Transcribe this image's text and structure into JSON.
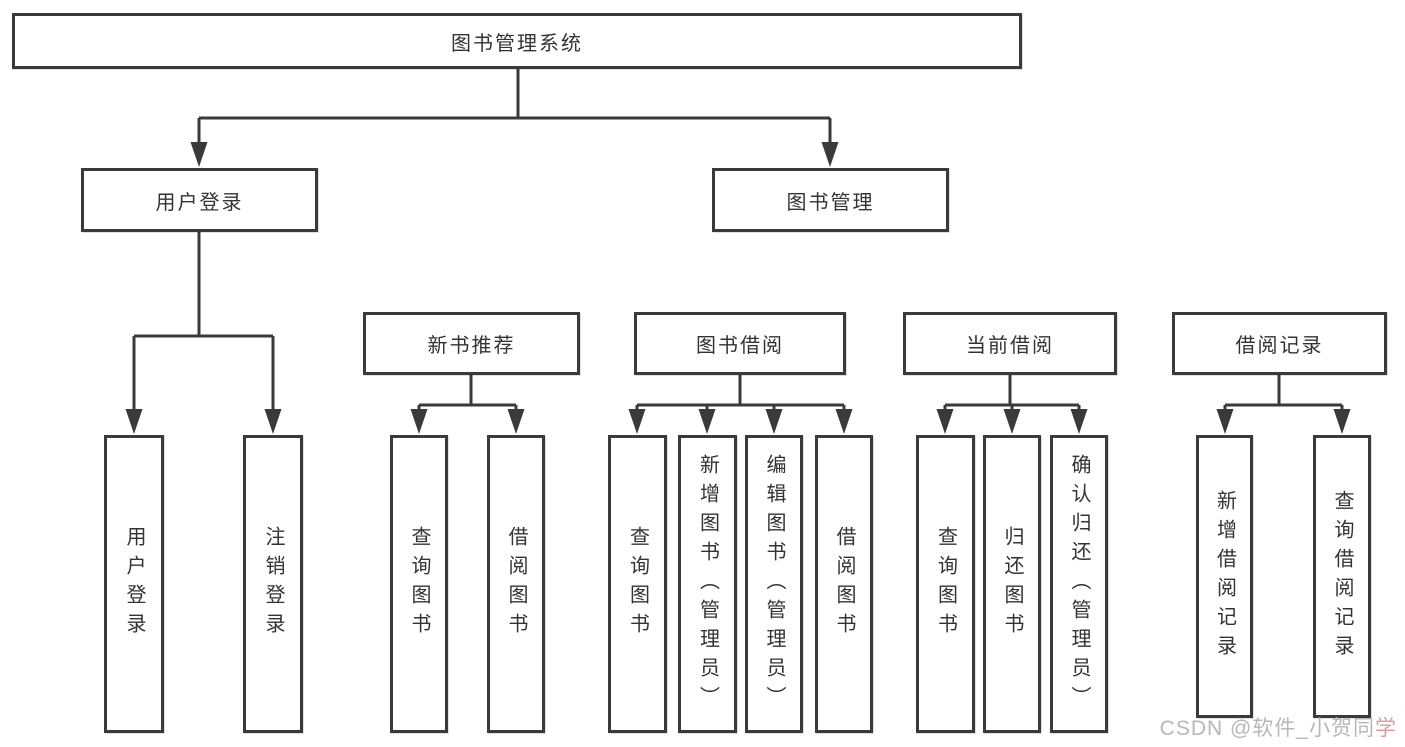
{
  "diagram": {
    "root": "图书管理系统",
    "branches": [
      {
        "label": "用户登录",
        "children": [
          "用户登录",
          "注销登录"
        ]
      },
      {
        "label": "图书管理",
        "children": [
          {
            "label": "新书推荐",
            "children": [
              "查询图书",
              "借阅图书"
            ]
          },
          {
            "label": "图书借阅",
            "children": [
              "查询图书",
              "新增图书（管理员）",
              "编辑图书（管理员）",
              "借阅图书"
            ]
          },
          {
            "label": "当前借阅",
            "children": [
              "查询图书",
              "归还图书",
              "确认归还（管理员）"
            ]
          },
          {
            "label": "借阅记录",
            "children": [
              "新增借阅记录",
              "查询借阅记录"
            ]
          }
        ]
      }
    ]
  },
  "watermark": {
    "prefix": "CSDN @软件_小贺同",
    "suffix": "学"
  },
  "colors": {
    "line": "#3a3a3a",
    "text": "#333333",
    "background": "#ffffff",
    "watermark_gray": "#b7b7b7",
    "watermark_pink": "#dd98a0"
  }
}
